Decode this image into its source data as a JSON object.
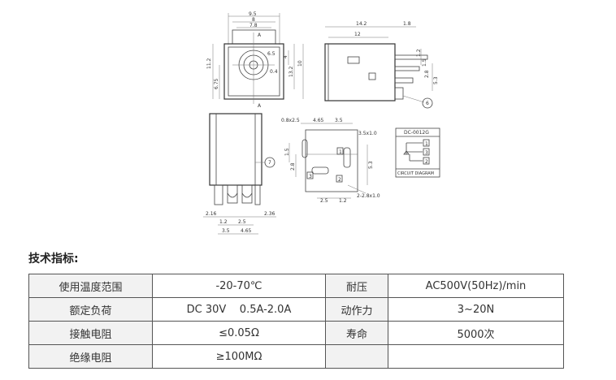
{
  "drawing": {
    "front_view": {
      "top_dims": [
        "9.5",
        "8",
        "7.8"
      ],
      "left_dims": [
        "11.2",
        "6.75"
      ],
      "right_dims": [
        "4",
        "13.2",
        "10",
        "6.5",
        "0.4"
      ],
      "section_marks": [
        "A",
        "A"
      ]
    },
    "side_view": {
      "top_dims": [
        "14.2",
        "1.8",
        "12"
      ],
      "right_dims": [
        "1.2",
        "1.5",
        "2.8",
        "5.3"
      ],
      "callout": "6"
    },
    "bottom_view": {
      "bottom_dims": [
        "2.16",
        "2.36",
        "1.2",
        "2.5",
        "3.5",
        "4.65"
      ],
      "callout": "7"
    },
    "pcb_layout": {
      "top_dims": [
        "0.8x2.5",
        "4.65",
        "3.5",
        "3.5x1.0"
      ],
      "left_dims": [
        "1.5",
        "2.8"
      ],
      "right_dims": [
        "5.3"
      ],
      "bottom_dims": [
        "2.5",
        "1.2",
        "2-2.8x1.0"
      ],
      "pin_numbers": [
        "1",
        "2",
        "3"
      ]
    },
    "circuit": {
      "title": "DC-0012G",
      "caption": "CIRCUIT DIAGRAM",
      "pins": [
        "1",
        "3",
        "2"
      ]
    }
  },
  "section_title": "技术指标:",
  "specs": [
    [
      "使用温度范围",
      "-20-70℃",
      "耐压",
      "AC500V(50Hz)/min"
    ],
    [
      "额定负荷",
      "DC 30V    0.5A-2.0A",
      "动作力",
      "3~20N"
    ],
    [
      "接触电阻",
      "≤0.05Ω",
      "寿命",
      "5000次"
    ],
    [
      "绝缘电阻",
      "≥100MΩ",
      "",
      ""
    ]
  ]
}
